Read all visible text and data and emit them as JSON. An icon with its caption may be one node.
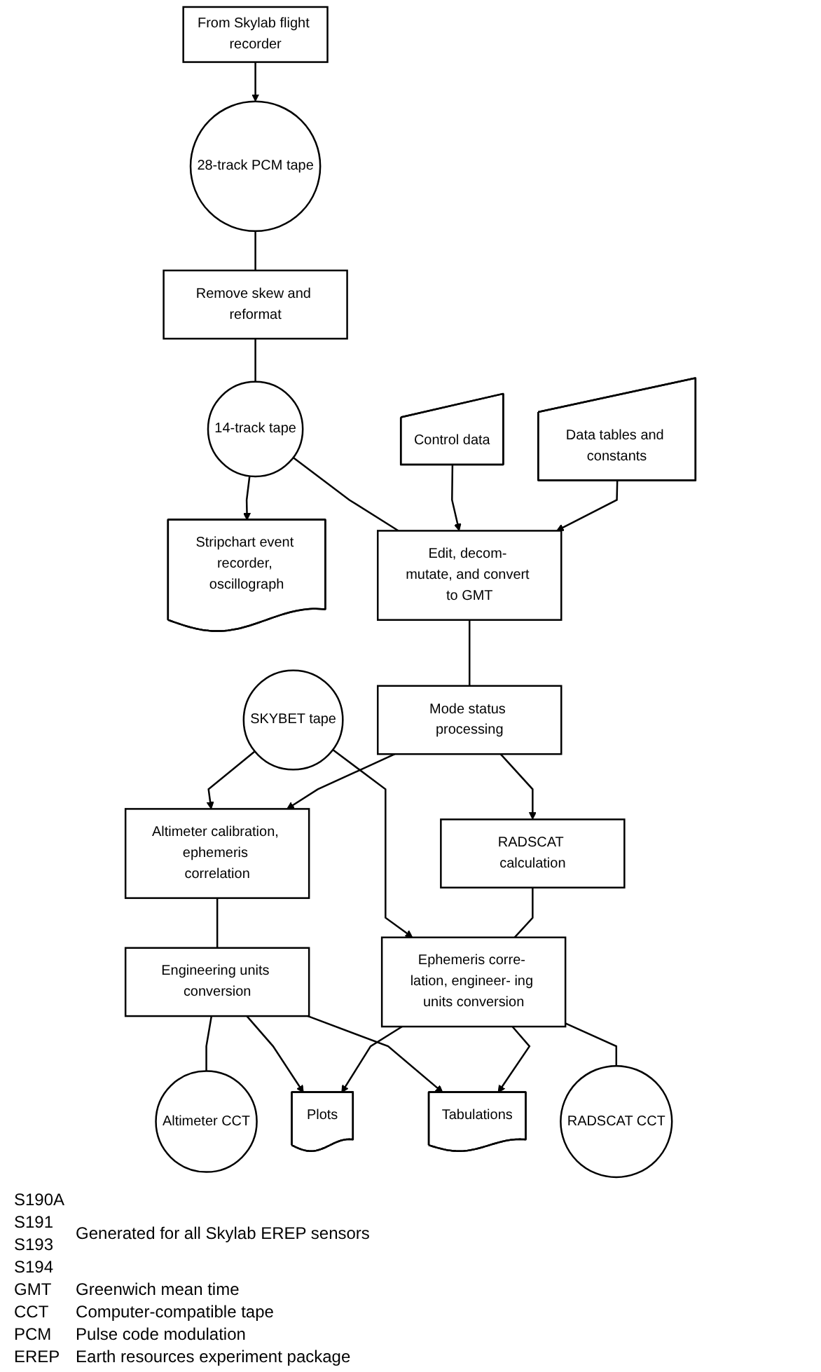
{
  "diagram": {
    "nodes": [
      {
        "text": [
          "From Skylab flight recorder"
        ]
      },
      {
        "text": [
          "28-track PCM tape"
        ]
      },
      {
        "text": [
          "Remove skew and reformat"
        ]
      },
      {
        "text": [
          "Stripchart event recorder, oscillograph"
        ]
      },
      {
        "text": [
          "14-track tape"
        ]
      },
      {
        "text": [
          "Control data"
        ]
      },
      {
        "text": [
          "Edit, decom- mutate, and convert to GMT"
        ]
      },
      {
        "text": [
          "Data tables and constants"
        ]
      },
      {
        "text": [
          "SKYBET tape"
        ]
      },
      {
        "text": [
          "Mode status processing"
        ]
      },
      {
        "text": [
          "Altimeter calibration, ephemeris correlation"
        ]
      },
      {
        "text": [
          "RADSCAT calculation"
        ]
      },
      {
        "text": [
          "Engineering units conversion"
        ]
      },
      {
        "text": [
          "Plots"
        ]
      },
      {
        "text": [
          "Ephemeris corre- lation, engineer- ing units conversion"
        ]
      },
      {
        "text": [
          "Altimeter CCT"
        ]
      },
      {
        "text": [
          "Tabulations"
        ]
      },
      {
        "text": [
          "RADSCAT CCT"
        ]
      }
    ],
    "edges": [
      {
        "from": 0,
        "to": 1,
        "arrow": "to"
      },
      {
        "from": 1,
        "to": 2,
        "arrow": "none"
      },
      {
        "from": 2,
        "to": 4,
        "arrow": "none"
      },
      {
        "from": 4,
        "to": 3,
        "arrow": "to"
      },
      {
        "from": 4,
        "to": 6,
        "arrow": "none"
      },
      {
        "from": 5,
        "to": 6,
        "arrow": "to"
      },
      {
        "from": 7,
        "to": 6,
        "arrow": "to"
      },
      {
        "from": 6,
        "to": 9,
        "arrow": "none"
      },
      {
        "from": 8,
        "to": 10,
        "arrow": "to"
      },
      {
        "from": 8,
        "to": 14,
        "arrow": "to"
      },
      {
        "from": 9,
        "to": 10,
        "arrow": "to"
      },
      {
        "from": 9,
        "to": 11,
        "arrow": "to"
      },
      {
        "from": 11,
        "to": 14,
        "arrow": "none"
      },
      {
        "from": 10,
        "to": 12,
        "arrow": "none"
      },
      {
        "from": 12,
        "to": 15,
        "arrow": "none"
      },
      {
        "from": 12,
        "to": 13,
        "arrow": "to"
      },
      {
        "from": 12,
        "to": 16,
        "arrow": "to"
      },
      {
        "from": 14,
        "to": 13,
        "arrow": "to"
      },
      {
        "from": 14,
        "to": 16,
        "arrow": "to"
      },
      {
        "from": 14,
        "to": 17,
        "arrow": "none"
      }
    ],
    "labels": [
      "S190A",
      "S191",
      "S193",
      "S194",
      "Generated for all Skylab EREP sensors",
      "GMT",
      "Greenwich mean time",
      "CCT",
      "Computer-compatible tape",
      "PCM",
      "Pulse code modulation",
      "EREP",
      "Earth resources experiment package"
    ]
  }
}
